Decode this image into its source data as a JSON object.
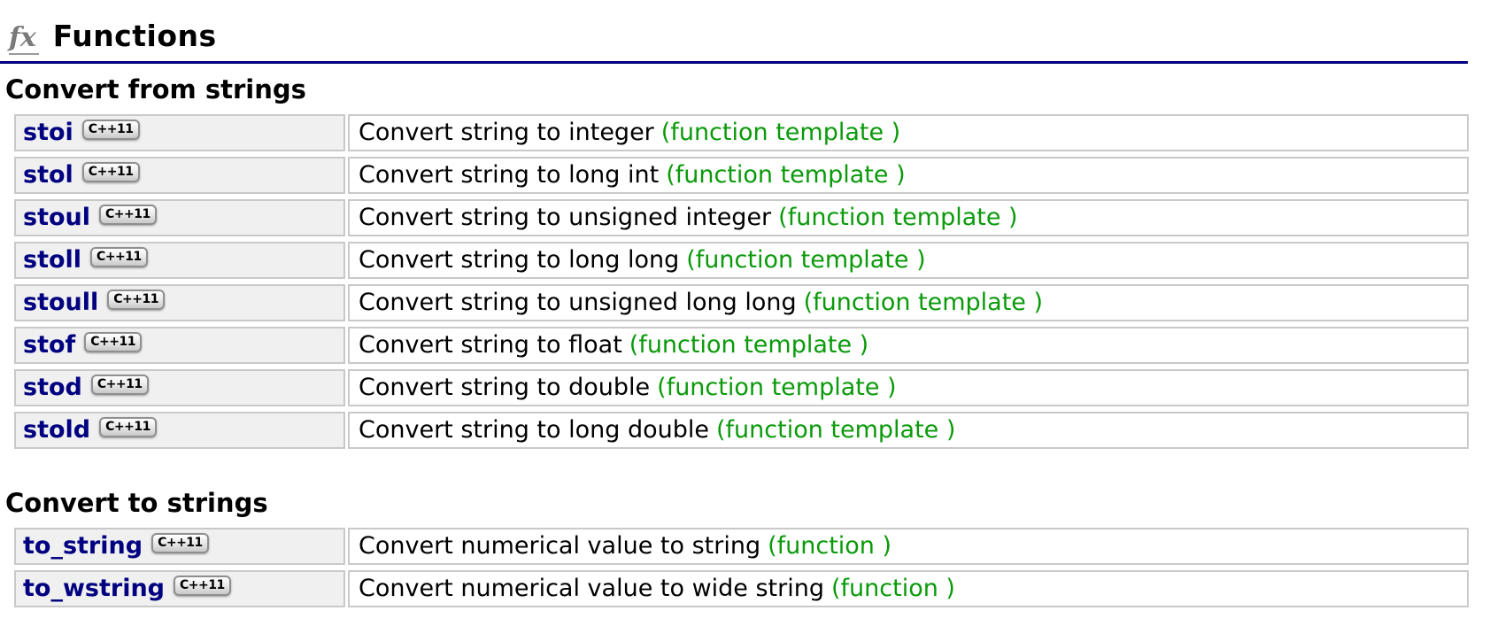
{
  "header": {
    "icon": "fx",
    "title": "Functions"
  },
  "sections": [
    {
      "heading": "Convert from strings",
      "rows": [
        {
          "name": "stoi",
          "badge": "C++11",
          "desc": "Convert string to integer",
          "annotation": "(function template )"
        },
        {
          "name": "stol",
          "badge": "C++11",
          "desc": "Convert string to long int",
          "annotation": "(function template )"
        },
        {
          "name": "stoul",
          "badge": "C++11",
          "desc": "Convert string to unsigned integer",
          "annotation": "(function template )"
        },
        {
          "name": "stoll",
          "badge": "C++11",
          "desc": "Convert string to long long",
          "annotation": "(function template )"
        },
        {
          "name": "stoull",
          "badge": "C++11",
          "desc": "Convert string to unsigned long long",
          "annotation": "(function template )"
        },
        {
          "name": "stof",
          "badge": "C++11",
          "desc": "Convert string to float",
          "annotation": "(function template )"
        },
        {
          "name": "stod",
          "badge": "C++11",
          "desc": "Convert string to double",
          "annotation": "(function template )"
        },
        {
          "name": "stold",
          "badge": "C++11",
          "desc": "Convert string to long double",
          "annotation": "(function template )"
        }
      ]
    },
    {
      "heading": "Convert to strings",
      "rows": [
        {
          "name": "to_string",
          "badge": "C++11",
          "desc": "Convert numerical value to string",
          "annotation": "(function )"
        },
        {
          "name": "to_wstring",
          "badge": "C++11",
          "desc": "Convert numerical value to wide string",
          "annotation": "(function )"
        }
      ]
    }
  ],
  "colors": {
    "accent-navy": "#000081",
    "link-navy": "#000081",
    "annotation-green": "#0a9a0a",
    "cell-bg": "#f0f0f0",
    "border-gray": "#c9c9c9"
  }
}
